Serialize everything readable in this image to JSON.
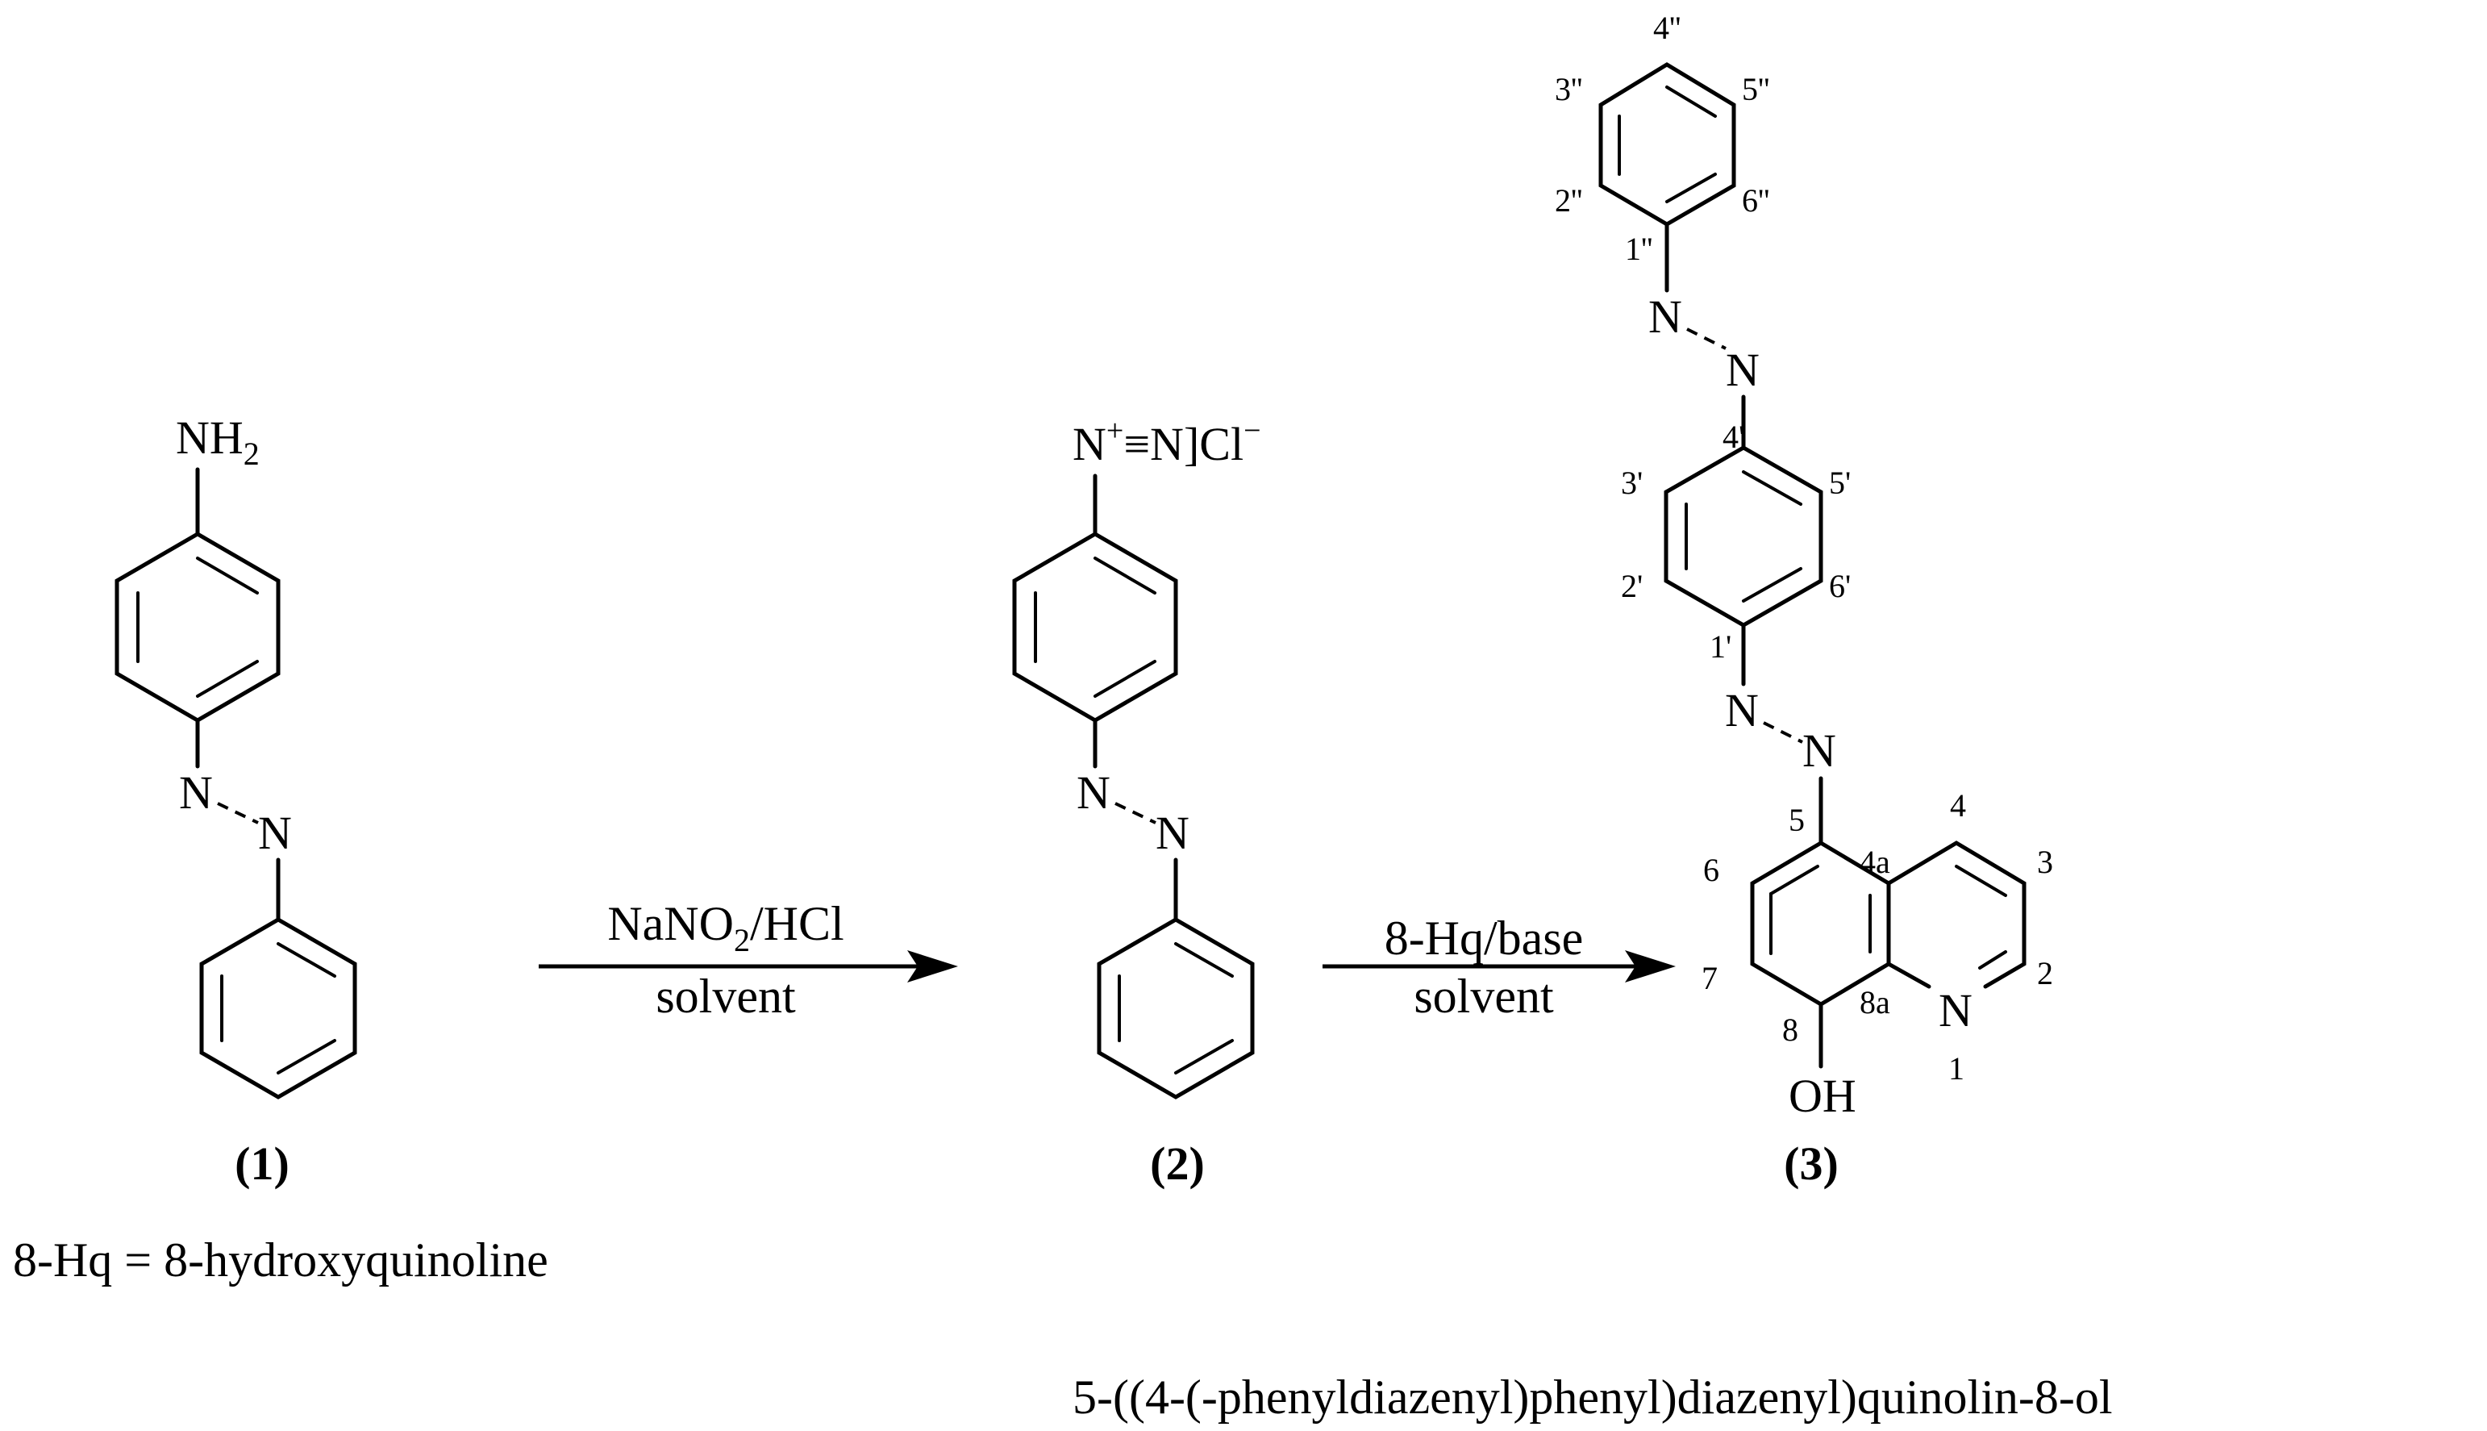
{
  "compound1": {
    "amine": "NH",
    "amine_sub": "2",
    "azo_n1": "N",
    "azo_n2": "N",
    "label": "(1)"
  },
  "compound2": {
    "n_plus": "N",
    "plus": "+",
    "triple": "≡",
    "n2": "N",
    "bracket": "]",
    "chloride": "Cl",
    "minus": "−",
    "azo_n1": "N",
    "azo_n2": "N",
    "label": "(2)"
  },
  "compound3": {
    "azo_top_n1": "N",
    "azo_top_n2": "N",
    "azo_mid_n1": "N",
    "azo_mid_n2": "N",
    "ring_n": "N",
    "oh": "OH",
    "label": "(3)",
    "locants": {
      "c4pp": "4''",
      "c3pp": "3''",
      "c5pp": "5''",
      "c2pp": "2''",
      "c6pp": "6''",
      "c1pp": "1''",
      "c4p": "4'",
      "c3p": "3'",
      "c5p": "5'",
      "c2p": "2'",
      "c6p": "6'",
      "c1p": "1'",
      "c5": "5",
      "c4": "4",
      "c4a": "4a",
      "c6": "6",
      "c3": "3",
      "c7": "7",
      "c8a": "8a",
      "c2": "2",
      "c8": "8",
      "n1": "1"
    }
  },
  "step1": {
    "reagent_a": "NaNO",
    "reagent_sub": "2",
    "reagent_b": "/HCl",
    "solvent": "solvent"
  },
  "step2": {
    "reagent": "8-Hq/base",
    "solvent": "solvent"
  },
  "footnote": "8-Hq = 8-hydroxyquinoline",
  "product_name": "5-((4-(-phenyldiazenyl)phenyl)diazenyl)quinolin-8-ol"
}
